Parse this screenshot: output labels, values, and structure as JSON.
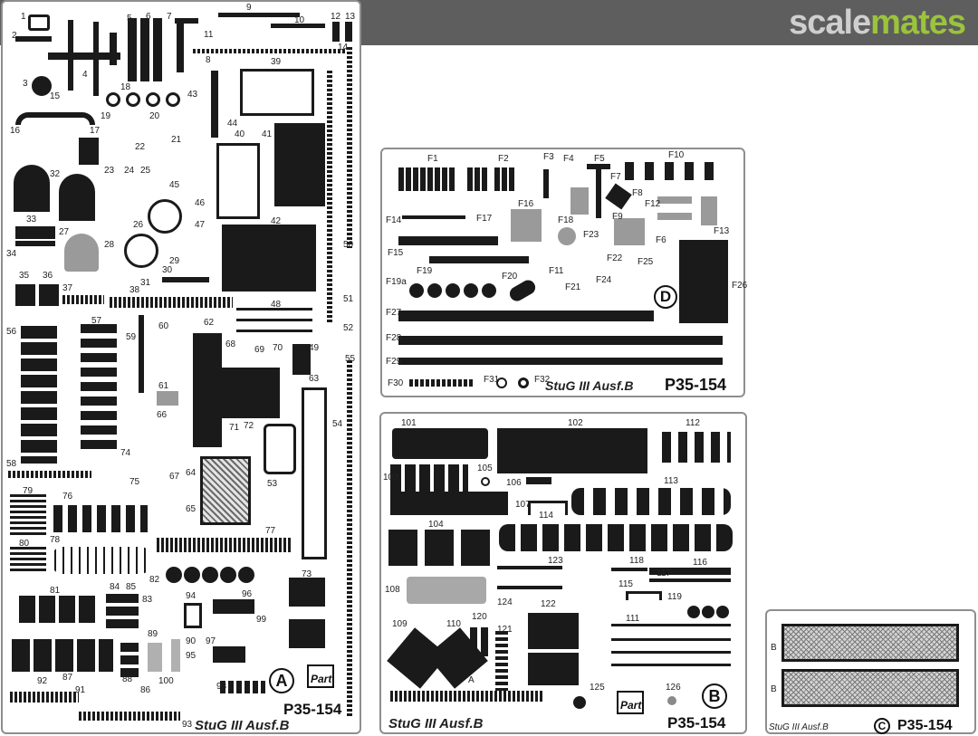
{
  "header": {
    "logo_part1": "scale",
    "logo_part2": "mates"
  },
  "colors": {
    "header_bg": "#5e5e5e",
    "logo_grey": "#cfcfcf",
    "logo_green": "#9bc33c",
    "part": "#1a1a1a",
    "fret_border": "#8e8e8e"
  },
  "fret_a": {
    "letter": "A",
    "brand": "Part",
    "code": "P35-154",
    "title": "StuG III Ausf.B",
    "labels": [
      "1",
      "2",
      "3",
      "4",
      "5",
      "6",
      "7",
      "8",
      "9",
      "10",
      "11",
      "12",
      "13",
      "14",
      "15",
      "16",
      "17",
      "18",
      "19",
      "20",
      "21",
      "22",
      "23",
      "24",
      "25",
      "26",
      "27",
      "28",
      "29",
      "30",
      "31",
      "32",
      "33",
      "34",
      "35",
      "36",
      "37",
      "38",
      "39",
      "40",
      "41",
      "42",
      "43",
      "44",
      "45",
      "46",
      "47",
      "48",
      "49",
      "50",
      "51",
      "52",
      "53",
      "54",
      "55",
      "56",
      "57",
      "58",
      "59",
      "60",
      "61",
      "62",
      "63",
      "64",
      "65",
      "66",
      "67",
      "68",
      "69",
      "70",
      "71",
      "72",
      "73",
      "74",
      "75",
      "76",
      "77",
      "78",
      "79",
      "80",
      "81",
      "82",
      "83",
      "84",
      "85",
      "86",
      "87",
      "88",
      "89",
      "90",
      "91",
      "92",
      "93",
      "94",
      "95",
      "96",
      "97",
      "98",
      "99",
      "100"
    ]
  },
  "fret_d": {
    "letter": "D",
    "code": "P35-154",
    "title": "StuG III Ausf.B",
    "labels": [
      "F1",
      "F2",
      "F3",
      "F4",
      "F5",
      "F6",
      "F7",
      "F8",
      "F9",
      "F10",
      "F11",
      "F12",
      "F13",
      "F14",
      "F15",
      "F16",
      "F17",
      "F18",
      "F19",
      "F19a",
      "F20",
      "F21",
      "F22",
      "F23",
      "F24",
      "F25",
      "F26",
      "F27",
      "F28",
      "F29",
      "F30",
      "F31",
      "F32"
    ]
  },
  "fret_b": {
    "letter": "B",
    "brand": "Part",
    "code": "P35-154",
    "title": "StuG III Ausf.B",
    "labels": [
      "101",
      "102",
      "103",
      "104",
      "105",
      "106",
      "107",
      "108",
      "109",
      "110",
      "111",
      "112",
      "113",
      "114",
      "115",
      "116",
      "117",
      "118",
      "119",
      "120",
      "121",
      "122",
      "123",
      "124",
      "125",
      "126",
      "A"
    ]
  },
  "fret_c": {
    "letter": "C",
    "code": "P35-154",
    "title": "StuG III Ausf.B",
    "labels": [
      "B",
      "B"
    ]
  }
}
